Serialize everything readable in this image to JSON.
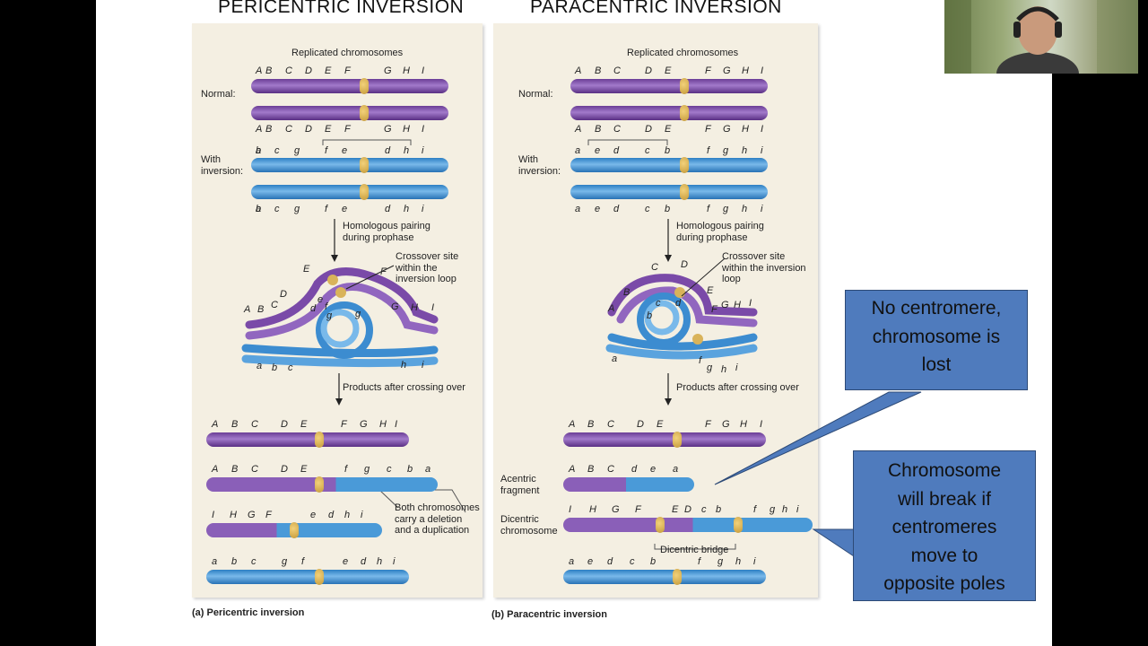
{
  "headings": {
    "left": "PERICENTRIC INVERSION",
    "right": "PARACENTRIC INVERSION"
  },
  "colors": {
    "purple": "#8a5fb8",
    "blue": "#4a9ad8",
    "centromere": "#d9b35a",
    "panel": "#f4efe2",
    "callout": "#4f7bbd"
  },
  "left": {
    "replicated": "Replicated chromosomes",
    "normal": "Normal:",
    "with_inversion": "With inversion:",
    "loci_top": [
      "A",
      "B",
      "C",
      "D",
      "E",
      "F",
      "G",
      "H",
      "I"
    ],
    "loci_top2": [
      "A",
      "B",
      "C",
      "D",
      "E",
      "F",
      "G",
      "H",
      "I"
    ],
    "loci_inv1": [
      "a",
      "b",
      "c",
      "g",
      "f",
      "e",
      "d",
      "h",
      "i"
    ],
    "loci_inv2": [
      "a",
      "b",
      "c",
      "g",
      "f",
      "e",
      "d",
      "h",
      "i"
    ],
    "pairing": "Homologous pairing during prophase",
    "crossover": "Crossover site within the inversion loop",
    "loop_upper": [
      "A",
      "B",
      "C",
      "D",
      "E",
      "F",
      "G",
      "H",
      "I"
    ],
    "loop_inner": [
      "d",
      "e",
      "f",
      "g",
      "g"
    ],
    "loop_lower": [
      "a",
      "b",
      "c",
      "h",
      "i"
    ],
    "products": "Products after crossing over",
    "p1": [
      "A",
      "B",
      "C",
      "D",
      "E",
      "F",
      "G",
      "H",
      "I"
    ],
    "p2": [
      "A",
      "B",
      "C",
      "D",
      "E",
      "f",
      "g",
      "c",
      "b",
      "a"
    ],
    "p3": [
      "I",
      "H",
      "G",
      "F",
      "e",
      "d",
      "h",
      "i"
    ],
    "p4": [
      "a",
      "b",
      "c",
      "g",
      "f",
      "e",
      "d",
      "h",
      "i"
    ],
    "note": "Both chromosomes carry a deletion and a duplication",
    "caption": "(a) Pericentric inversion"
  },
  "right": {
    "replicated": "Replicated chromosomes",
    "normal": "Normal:",
    "with_inversion": "With inversion:",
    "loci_top": [
      "A",
      "B",
      "C",
      "D",
      "E",
      "F",
      "G",
      "H",
      "I"
    ],
    "loci_top2": [
      "A",
      "B",
      "C",
      "D",
      "E",
      "F",
      "G",
      "H",
      "I"
    ],
    "loci_inv1": [
      "a",
      "e",
      "d",
      "c",
      "b",
      "f",
      "g",
      "h",
      "i"
    ],
    "loci_inv2": [
      "a",
      "e",
      "d",
      "c",
      "b",
      "f",
      "g",
      "h",
      "i"
    ],
    "pairing": "Homologous pairing during prophase",
    "crossover": "Crossover site within the inversion loop",
    "loop_upper": [
      "A",
      "B",
      "C",
      "D",
      "E",
      "F",
      "G",
      "H",
      "I"
    ],
    "loop_lower": [
      "a",
      "b",
      "c",
      "d",
      "f",
      "g",
      "h",
      "i"
    ],
    "products": "Products after crossing over",
    "p1": [
      "A",
      "B",
      "C",
      "D",
      "E",
      "F",
      "G",
      "H",
      "I"
    ],
    "p2": [
      "A",
      "B",
      "C",
      "d",
      "e",
      "a"
    ],
    "p3": [
      "I",
      "H",
      "G",
      "F",
      "E",
      "D",
      "c",
      "b",
      "f",
      "g",
      "h",
      "i"
    ],
    "p4": [
      "a",
      "e",
      "d",
      "c",
      "b",
      "f",
      "g",
      "h",
      "i"
    ],
    "acentric": "Acentric fragment",
    "dicentric": "Dicentric chromosome",
    "bridge": "Dicentric bridge",
    "caption": "(b) Paracentric inversion"
  },
  "callouts": {
    "top": [
      "No centromere,",
      "chromosome is",
      "lost"
    ],
    "bottom": [
      "Chromosome",
      "will break if",
      "centromeres",
      "move to",
      "opposite poles"
    ]
  },
  "webcam": {
    "icon": "presenter-video-icon"
  }
}
